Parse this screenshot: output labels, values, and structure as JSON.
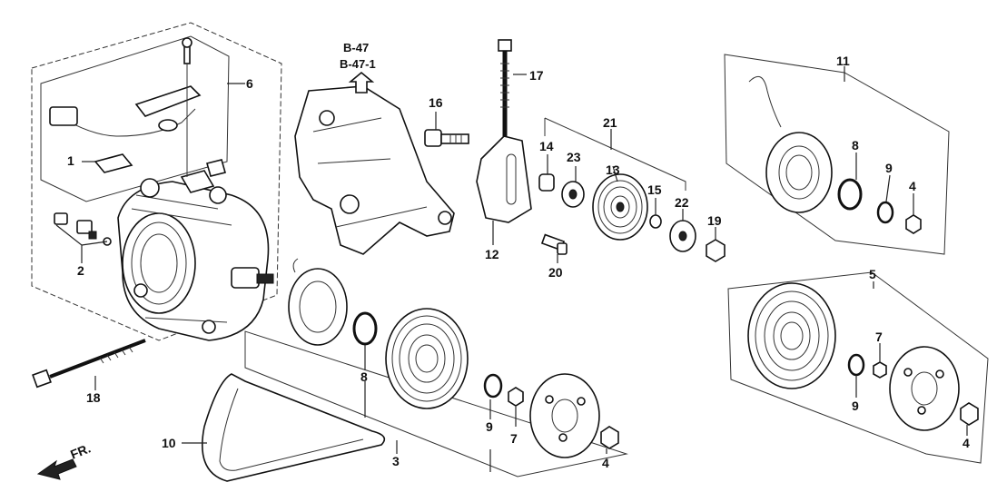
{
  "callouts": {
    "c1": "1",
    "c2": "2",
    "c3": "3",
    "c4a": "4",
    "c4b": "4",
    "c4c": "4",
    "c5": "5",
    "c6": "6",
    "c7a": "7",
    "c7b": "7",
    "c8a": "8",
    "c8b": "8",
    "c9a": "9",
    "c9b": "9",
    "c9c": "9",
    "c10": "10",
    "c11": "11",
    "c12": "12",
    "c13": "13",
    "c14": "14",
    "c15": "15",
    "c16": "16",
    "c17": "17",
    "c18": "18",
    "c19": "19",
    "c20": "20",
    "c21": "21",
    "c22": "22",
    "c23": "23"
  },
  "references": [
    "B-47",
    "B-47-1"
  ],
  "direction_label": "FR."
}
